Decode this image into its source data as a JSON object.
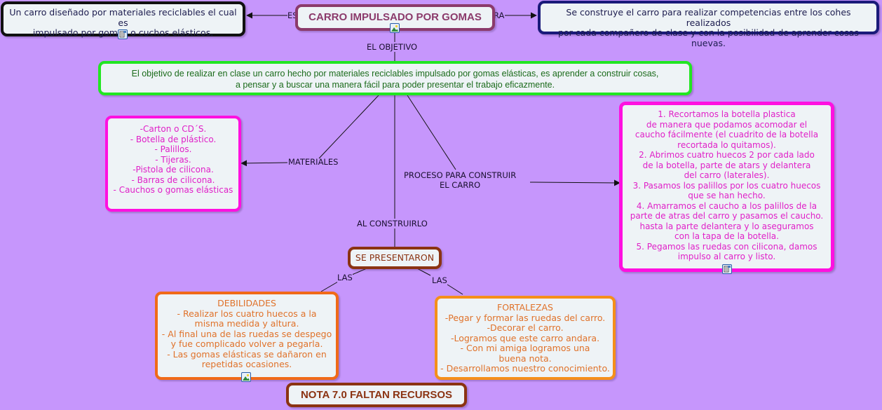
{
  "title": "CARRO IMPULSADO POR GOMAS",
  "link_labels": {
    "es": "ES",
    "para": "RA",
    "objetivo": "EL OBJETIVO",
    "materiales": "MATERIALES",
    "proceso": [
      "PROCESO PARA CONSTRUIR",
      "EL CARRO"
    ],
    "al_construirlo": "AL CONSTRUIRLO",
    "las_left": "LAS",
    "las_right": "LAS"
  },
  "definition": [
    "Un carro diseñado por materiales reciclables el cual es",
    "impulsado por gomas o cuchos elásticos."
  ],
  "purpose": [
    "Se construye el carro para realizar competencias entre los cohes realizados",
    "por cada compañero de clase y con la posibilidad de aprender cosas nuevas."
  ],
  "objective": [
    "El objetivo de realizar en clase un carro hecho por materiales reciclables impulsado por gomas elásticas, es aprender a construir cosas,",
    "a pensar y a buscar una manera fácil para poder presentar el trabajo eficazmente."
  ],
  "materials": [
    "-Carton o CD´S.",
    "- Botella de plástico.",
    "- Palillos.",
    "- Tijeras.",
    "-Pistola de cilicona.",
    "- Barras de cilicona.",
    "- Cauchos o gomas elásticas"
  ],
  "process": [
    "1. Recortamos la botella plastica",
    "de manera que podamos acomodar el",
    "caucho fácilmente (el cuadrito de la botella",
    "recortada lo quitamos).",
    "2. Abrimos cuatro huecos 2 por cada lado",
    "de la botella, parte de atars y delantera",
    "del carro (laterales).",
    "3. Pasamos los palillos por los cuatro huecos",
    "que se han hecho.",
    "4. Amarramos el caucho a los palillos de la",
    "parte de atras del carro y pasamos el caucho.",
    "hasta la parte delantera y lo aseguramos",
    "con la tapa de la botella.",
    "5. Pegamos las ruedas con cilicona, damos",
    "impulso al carro y listo."
  ],
  "presented": "SE PRESENTARON",
  "weaknesses": [
    "DEBILIDADES",
    "- Realizar los cuatro huecos a la",
    "misma medida y altura.",
    "- Al final una de las ruedas se despego",
    "y fue complicado volver a pegarla.",
    "- Las gomas elásticas se dañaron en",
    "repetidas ocasiones."
  ],
  "strengths": [
    "FORTALEZAS",
    "-Pegar y formar las ruedas del carro.",
    "-Decorar el carro.",
    "-Logramos que este carro andara.",
    "- Con mi amiga logramos una",
    "buena nota.",
    "- Desarrollamos nuestro conocimiento."
  ],
  "grade": "NOTA 7.0 FALTAN RECURSOS",
  "colors": {
    "background": "#c696fc",
    "title_border": "#8b3a6b",
    "definition_border": "#111111",
    "purpose_border": "#1a1a7a",
    "objective_border": "#22e622",
    "objective_text": "#1b6b1b",
    "materials_border": "#ff10e0",
    "materials_text": "#e020c8",
    "presented_border": "#8b3312",
    "weakness_border": "#f06a18",
    "strength_border": "#f58f1a",
    "orange_text": "#e0722a",
    "grade_border": "#8b3312"
  }
}
